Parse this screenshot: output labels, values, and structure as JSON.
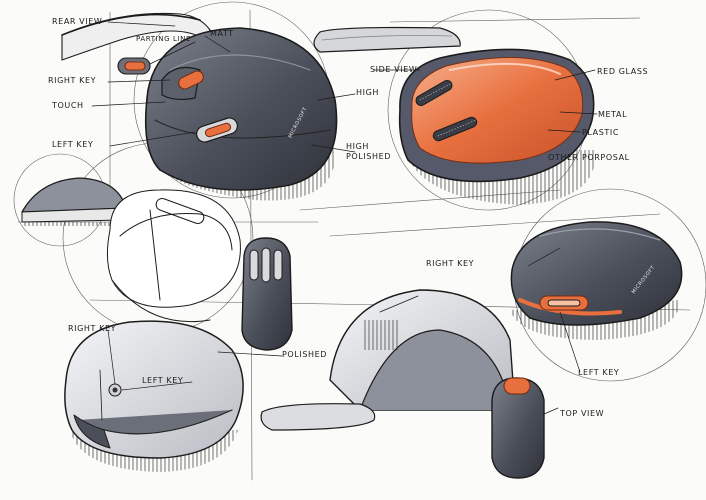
{
  "colors": {
    "paper": "#fbfbf9",
    "ink": "#1c1c1c",
    "marker_dark": "#4b4f5a",
    "marker_mid": "#8a8e99",
    "marker_light": "#c9ccd2",
    "accent_orange": "#e8703f",
    "accent_orange_light": "#f3a079"
  },
  "annotations": {
    "rear_view": "REAR VIEW",
    "parting_line": "PARTING LINE",
    "matt": "MATT",
    "right_key_1": "RIGHT KEY",
    "touch": "TOUCH",
    "high_1": "HIGH",
    "left_key_1": "LEFT KEY",
    "high_polished": "HIGH\nPOLISHED",
    "side_view": "SIDE VIEW",
    "red_glass": "RED GLASS",
    "metal": "METAL",
    "plastic": "PLASTIC",
    "other_proposal": "OTHER PORPOSAL",
    "right_key_2": "RIGHT KEY",
    "right_key_3": "RIGHT KEY",
    "left_key_2": "LEFT KEY",
    "polished": "POLISHED",
    "left_key_3": "LEFT KEY",
    "top_view": "TOP VIEW"
  },
  "brand_marks": [
    "MICROSOFT",
    "MICROSOFT"
  ]
}
